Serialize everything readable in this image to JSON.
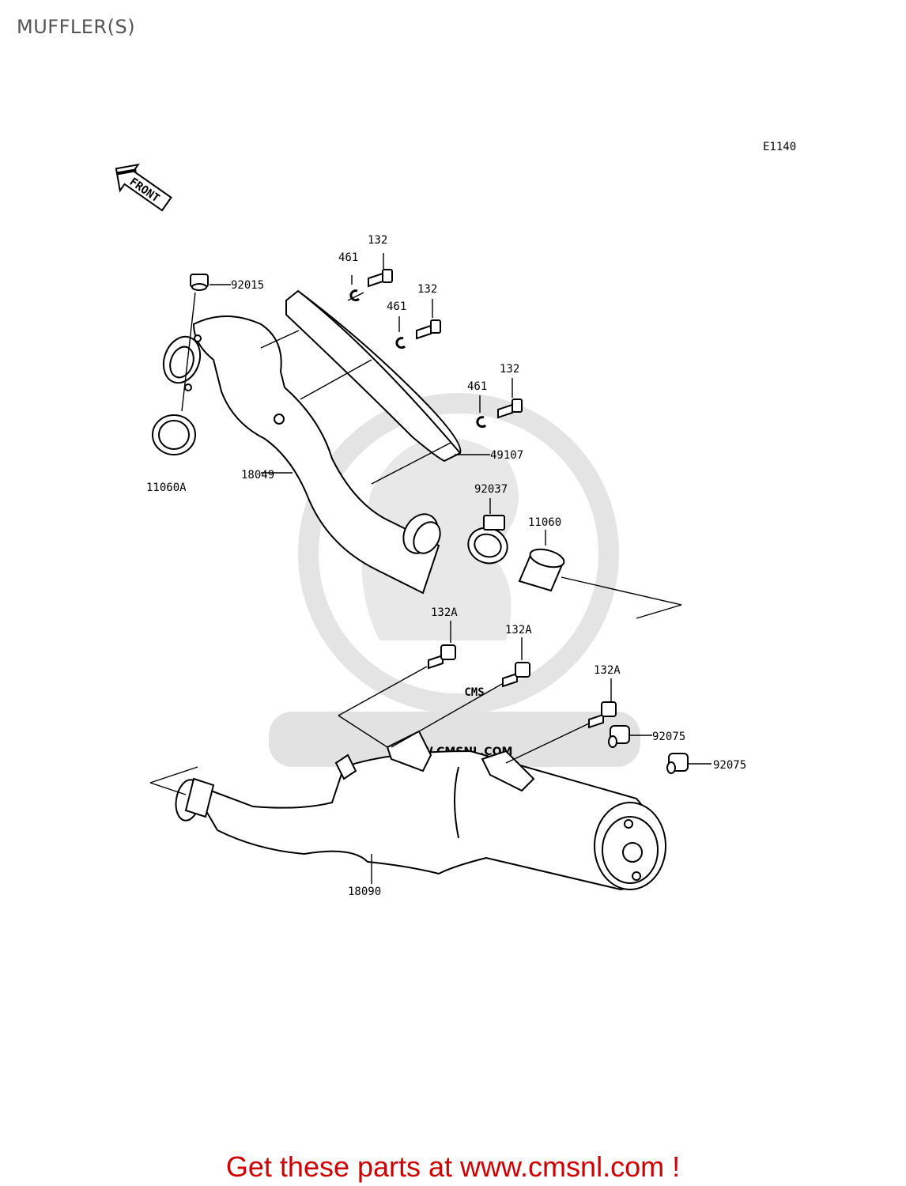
{
  "header": {
    "title": "MUFFLER(S)"
  },
  "diagram": {
    "code": "E1140",
    "front_label": "FRONT",
    "watermark": {
      "brand": "CMS",
      "url": "WWW.CMSNL.COM"
    },
    "labels": {
      "l92015": "92015",
      "l461a": "461",
      "l132a": "132",
      "l132b": "132",
      "l461b": "461",
      "l132c": "132",
      "l461c": "461",
      "l49107": "49107",
      "l11060A": "11060A",
      "l18049": "18049",
      "l92037": "92037",
      "l11060": "11060",
      "l132A1": "132A",
      "l132A2": "132A",
      "l132A3": "132A",
      "l92075a": "92075",
      "l92075b": "92075",
      "l18090": "18090"
    }
  },
  "footer": {
    "link_text": "Get these parts at www.cmsnl.com !",
    "color": "#cc0000"
  },
  "colors": {
    "line": "#000000",
    "watermark": "#dcdcdc",
    "title": "#555555"
  }
}
